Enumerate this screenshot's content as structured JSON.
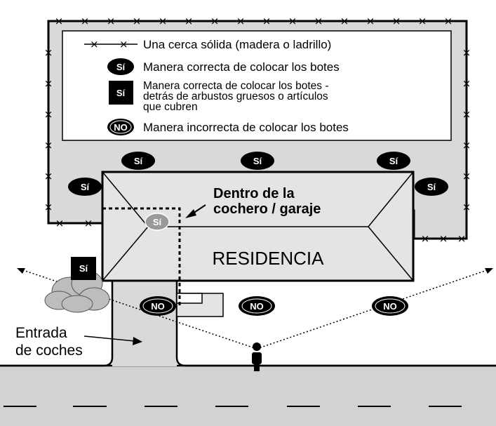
{
  "legend": {
    "fence_label": "Una cerca sólida (madera o ladrillo)",
    "yes_badge": "Sí",
    "yes_label": "Manera correcta de colocar los botes",
    "hidden_badge": "Sí",
    "hidden_label_1": "Manera correcta de colocar los botes -",
    "hidden_label_2": "detrás de arbustos gruesos o artículos",
    "hidden_label_3": "que cubren",
    "no_badge": "NO",
    "no_label": "Manera incorrecta de colocar los botes"
  },
  "house": {
    "label": "RESIDENCIA",
    "garage_label_1": "Dentro de la",
    "garage_label_2": "cochero / garaje",
    "garage_badge": "Sí"
  },
  "badges": {
    "yes_top_left": "Sí",
    "yes_top_center": "Sí",
    "yes_top_right": "Sí",
    "yes_side_left": "Sí",
    "yes_side_right": "Sí",
    "yes_bush": "Sí",
    "no_left": "NO",
    "no_center": "NO",
    "no_right": "NO"
  },
  "driveway": {
    "label_1": "Entrada",
    "label_2": "de coches"
  },
  "colors": {
    "yard": "#d9d9d9",
    "roof": "#e4e4e4",
    "road": "#d2d2d2",
    "badge": "#000000",
    "garage_badge": "#9a9a9a"
  }
}
